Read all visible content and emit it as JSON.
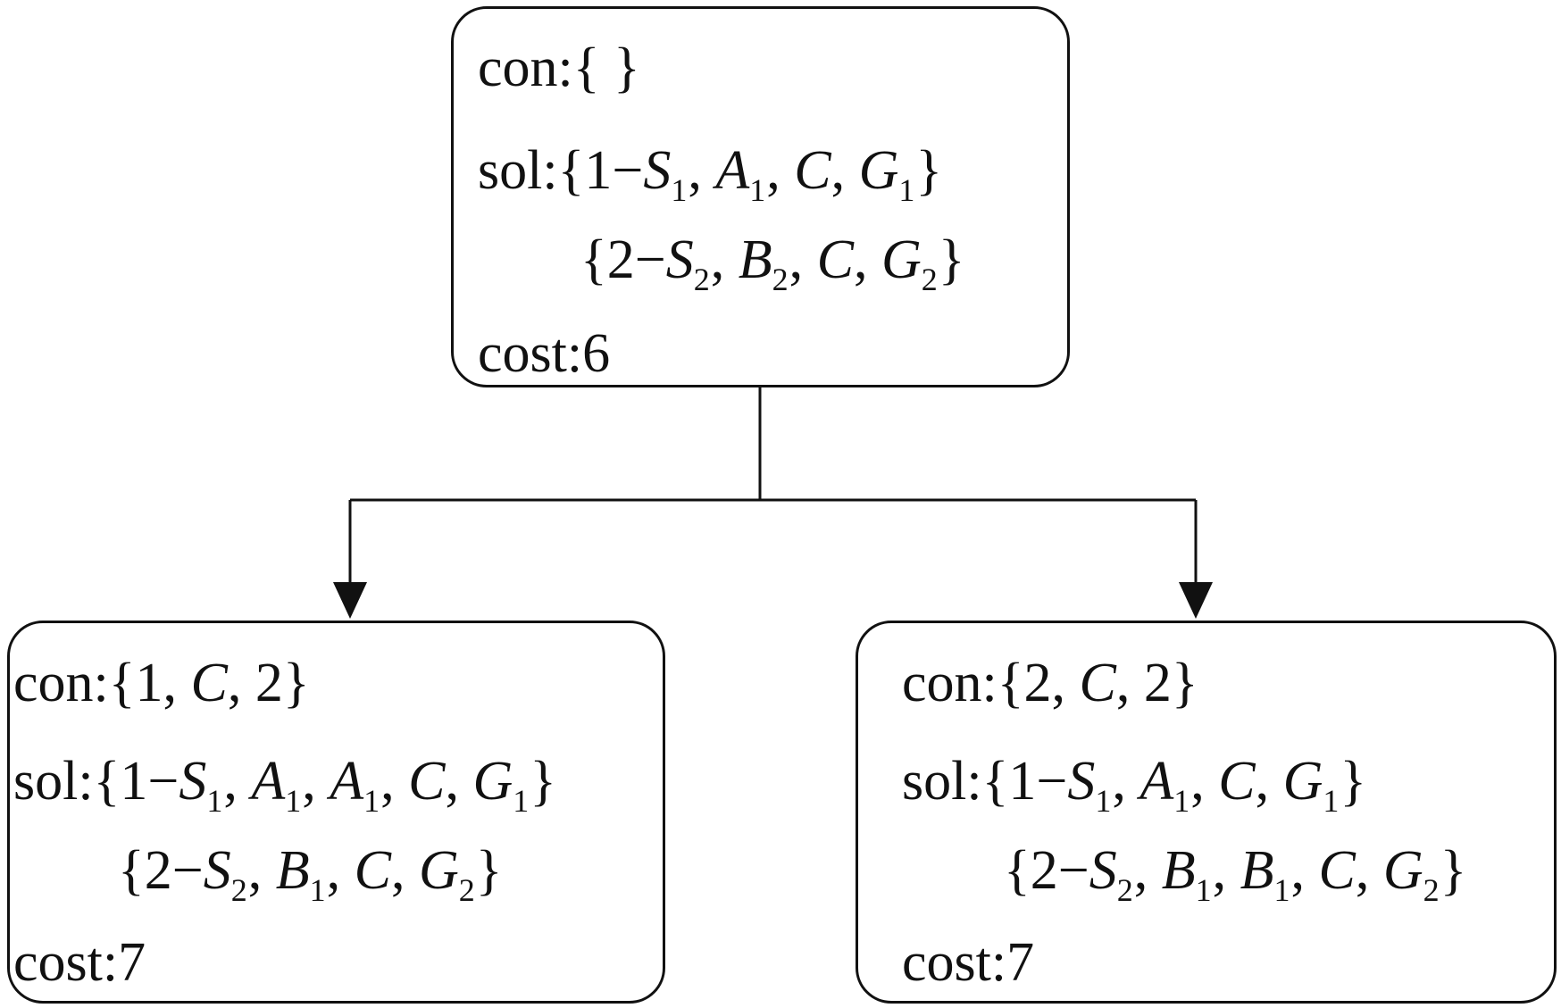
{
  "nodes": {
    "root": {
      "con_label": "con:",
      "con": "{ }",
      "sol_label": "sol:",
      "sol": [
        {
          "open": "{1−",
          "items": [
            {
              "t": "S",
              "s": "1"
            },
            {
              "t": "A",
              "s": "1"
            },
            {
              "t": "C",
              "s": ""
            },
            {
              "t": "G",
              "s": "1"
            }
          ],
          "close": "}"
        },
        {
          "open": "{2−",
          "items": [
            {
              "t": "S",
              "s": "2"
            },
            {
              "t": "B",
              "s": "2"
            },
            {
              "t": "C",
              "s": ""
            },
            {
              "t": "G",
              "s": "2"
            }
          ],
          "close": "}"
        }
      ],
      "cost_label": "cost:",
      "cost": "6"
    },
    "left": {
      "con_label": "con:",
      "con_open": "{1, ",
      "con_var": "C",
      "con_close": ", 2}",
      "sol_label": "sol:",
      "sol": [
        {
          "open": "{1−",
          "items": [
            {
              "t": "S",
              "s": "1"
            },
            {
              "t": "A",
              "s": "1"
            },
            {
              "t": "A",
              "s": "1"
            },
            {
              "t": "C",
              "s": ""
            },
            {
              "t": "G",
              "s": "1"
            }
          ],
          "close": "}"
        },
        {
          "open": "{2−",
          "items": [
            {
              "t": "S",
              "s": "2"
            },
            {
              "t": "B",
              "s": "1"
            },
            {
              "t": "C",
              "s": ""
            },
            {
              "t": "G",
              "s": "2"
            }
          ],
          "close": "}"
        }
      ],
      "cost_label": "cost:",
      "cost": "7"
    },
    "right": {
      "con_label": "con:",
      "con_open": "{2, ",
      "con_var": "C",
      "con_close": ", 2}",
      "sol_label": "sol:",
      "sol": [
        {
          "open": "{1−",
          "items": [
            {
              "t": "S",
              "s": "1"
            },
            {
              "t": "A",
              "s": "1"
            },
            {
              "t": "C",
              "s": ""
            },
            {
              "t": "G",
              "s": "1"
            }
          ],
          "close": "}"
        },
        {
          "open": "{2−",
          "items": [
            {
              "t": "S",
              "s": "2"
            },
            {
              "t": "B",
              "s": "1"
            },
            {
              "t": "B",
              "s": "1"
            },
            {
              "t": "C",
              "s": ""
            },
            {
              "t": "G",
              "s": "2"
            }
          ],
          "close": "}"
        }
      ],
      "cost_label": "cost:",
      "cost": "7"
    }
  },
  "colors": {
    "stroke": "#111111",
    "background": "#ffffff"
  }
}
